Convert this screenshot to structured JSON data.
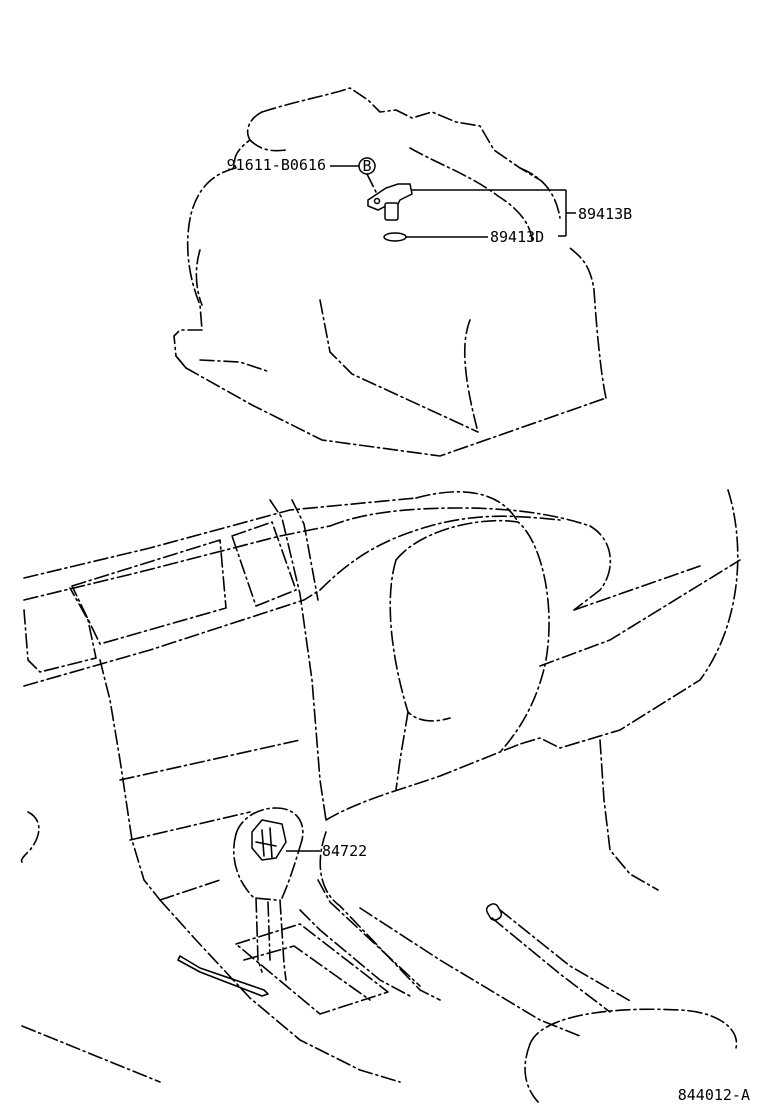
{
  "labels": {
    "bolt": "91611-B0616",
    "sensor_assy": "89413B",
    "oring": "89413D",
    "shift_part": "84722",
    "figure_code": "844012-A"
  },
  "icons": {
    "bolt_marker": "B"
  }
}
